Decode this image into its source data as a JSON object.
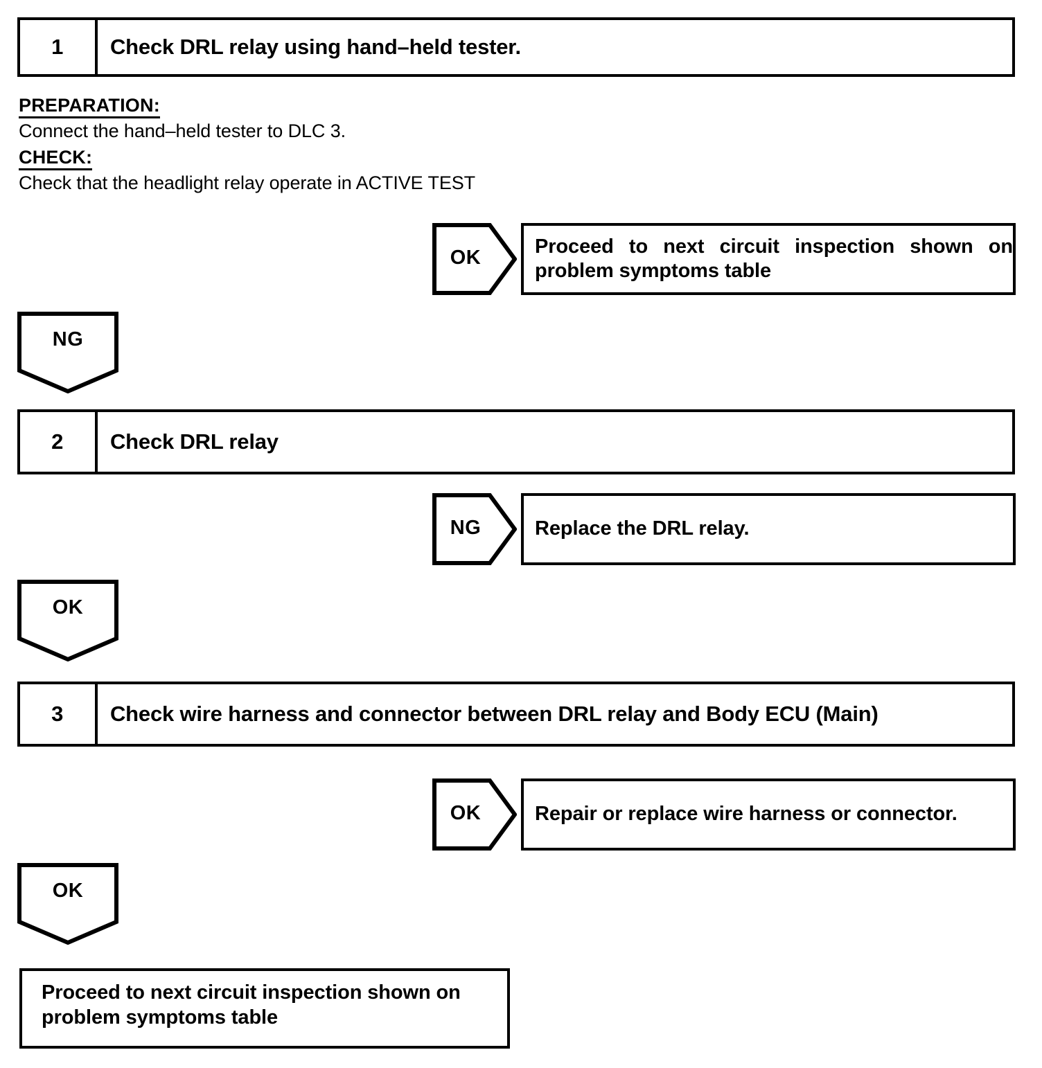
{
  "document": {
    "type": "troubleshooting-flowchart",
    "title": "DRL relay circuit inspection"
  },
  "steps": [
    {
      "number": "1",
      "title": "Check DRL relay using hand–held tester."
    },
    {
      "number": "2",
      "title": "Check DRL relay"
    },
    {
      "number": "3",
      "title": "Check wire harness and connector between DRL relay and Body ECU (Main)"
    }
  ],
  "preparation": {
    "preparation_heading": "PREPARATION:",
    "preparation_text": "Connect the hand–held tester to DLC 3.",
    "check_heading": "CHECK:",
    "check_text": "Check that the headlight relay operate in ACTIVE TEST"
  },
  "branches": [
    {
      "label": "OK",
      "line1": "Proceed to next circuit inspection shown on",
      "line2": "problem symptoms table"
    },
    {
      "label": "NG",
      "line1": "Replace the DRL relay.",
      "line2": ""
    },
    {
      "label": "OK",
      "line1": "Repair or replace wire harness or connector.",
      "line2": ""
    }
  ],
  "connectors": [
    {
      "label": "NG"
    },
    {
      "label": "OK"
    },
    {
      "label": "OK"
    }
  ],
  "terminal": {
    "line1": "Proceed to next circuit inspection shown on",
    "line2": "problem symptoms table"
  },
  "colors": {
    "ink": "#000000",
    "paper": "#ffffff"
  }
}
